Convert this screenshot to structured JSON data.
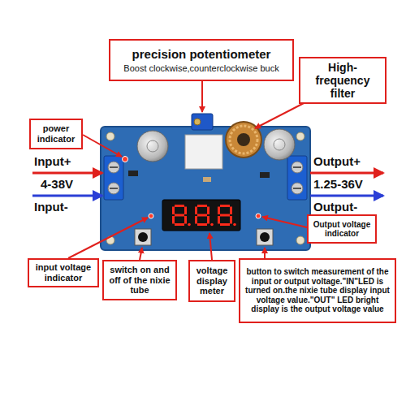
{
  "diagram": {
    "nodes": [
      {
        "text": [
          "precision potentiometer",
          "Boost clockwise,counterclockwise buck"
        ]
      },
      {
        "text": [
          "High-frequency filter"
        ]
      },
      {
        "text": [
          "power indicator"
        ]
      },
      {
        "text": [
          "Output voltage indicator"
        ]
      },
      {
        "text": [
          "input voltage indicator"
        ]
      },
      {
        "text": [
          "switch on and off of the nixie tube"
        ]
      },
      {
        "text": [
          "voltage display meter"
        ]
      },
      {
        "text": [
          "button to switch measurement of the input or output voltage.\"IN\"LED is turned on.the nixie tube display input voltage value.\"OUT\" LED bright display is the output voltage value"
        ]
      }
    ],
    "labels": [
      "Input+",
      "4-38V",
      "Input-",
      "Output+",
      "1.25-36V",
      "Output-"
    ]
  }
}
